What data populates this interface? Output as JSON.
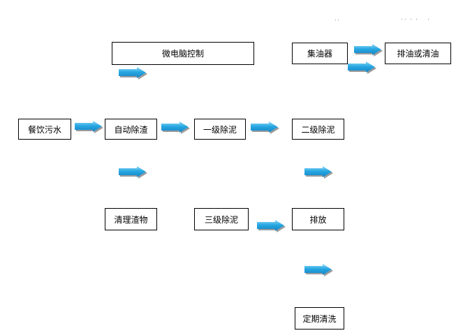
{
  "diagram": {
    "nodes": {
      "micro_control": "微电脑控制",
      "oil_collector": "集油器",
      "drain_oil": "排油或清油",
      "wastewater": "餐饮污水",
      "auto_slag_removal": "自动除渣",
      "mud_removal_1": "一级除泥",
      "mud_removal_2": "二级除泥",
      "clean_slag": "清理渣物",
      "mud_removal_3": "三级除泥",
      "discharge": "排放",
      "periodic_cleaning": "定期清洗"
    },
    "arrow_icon": "right-arrow-icon",
    "colors": {
      "arrow_top": "#8fd8f8",
      "arrow_mid": "#27a7e2",
      "arrow_bottom": "#1683c4",
      "arrow_shadow": "#9c9c9c",
      "border": "#000000",
      "background": "#ffffff"
    }
  }
}
